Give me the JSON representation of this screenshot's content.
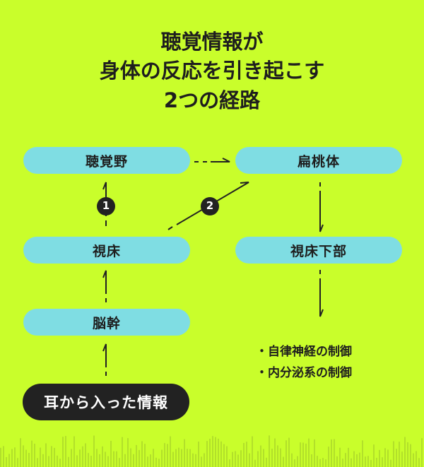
{
  "title": {
    "line1": "聴覚情報が",
    "line2": "身体の反応を引き起こす",
    "line3": "2つの経路"
  },
  "nodes": {
    "auditory_cortex": "聴覚野",
    "amygdala": "扁桃体",
    "thalamus": "視床",
    "hypothalamus": "視床下部",
    "brainstem": "脳幹",
    "input": "耳から入った情報"
  },
  "routes": {
    "route1": "1",
    "route2": "2"
  },
  "outcomes": [
    "・自律神経の制御",
    "・内分泌系の制御"
  ],
  "colors": {
    "background": "#c9fe2b",
    "node": "#7fdde3",
    "dark": "#222222"
  }
}
